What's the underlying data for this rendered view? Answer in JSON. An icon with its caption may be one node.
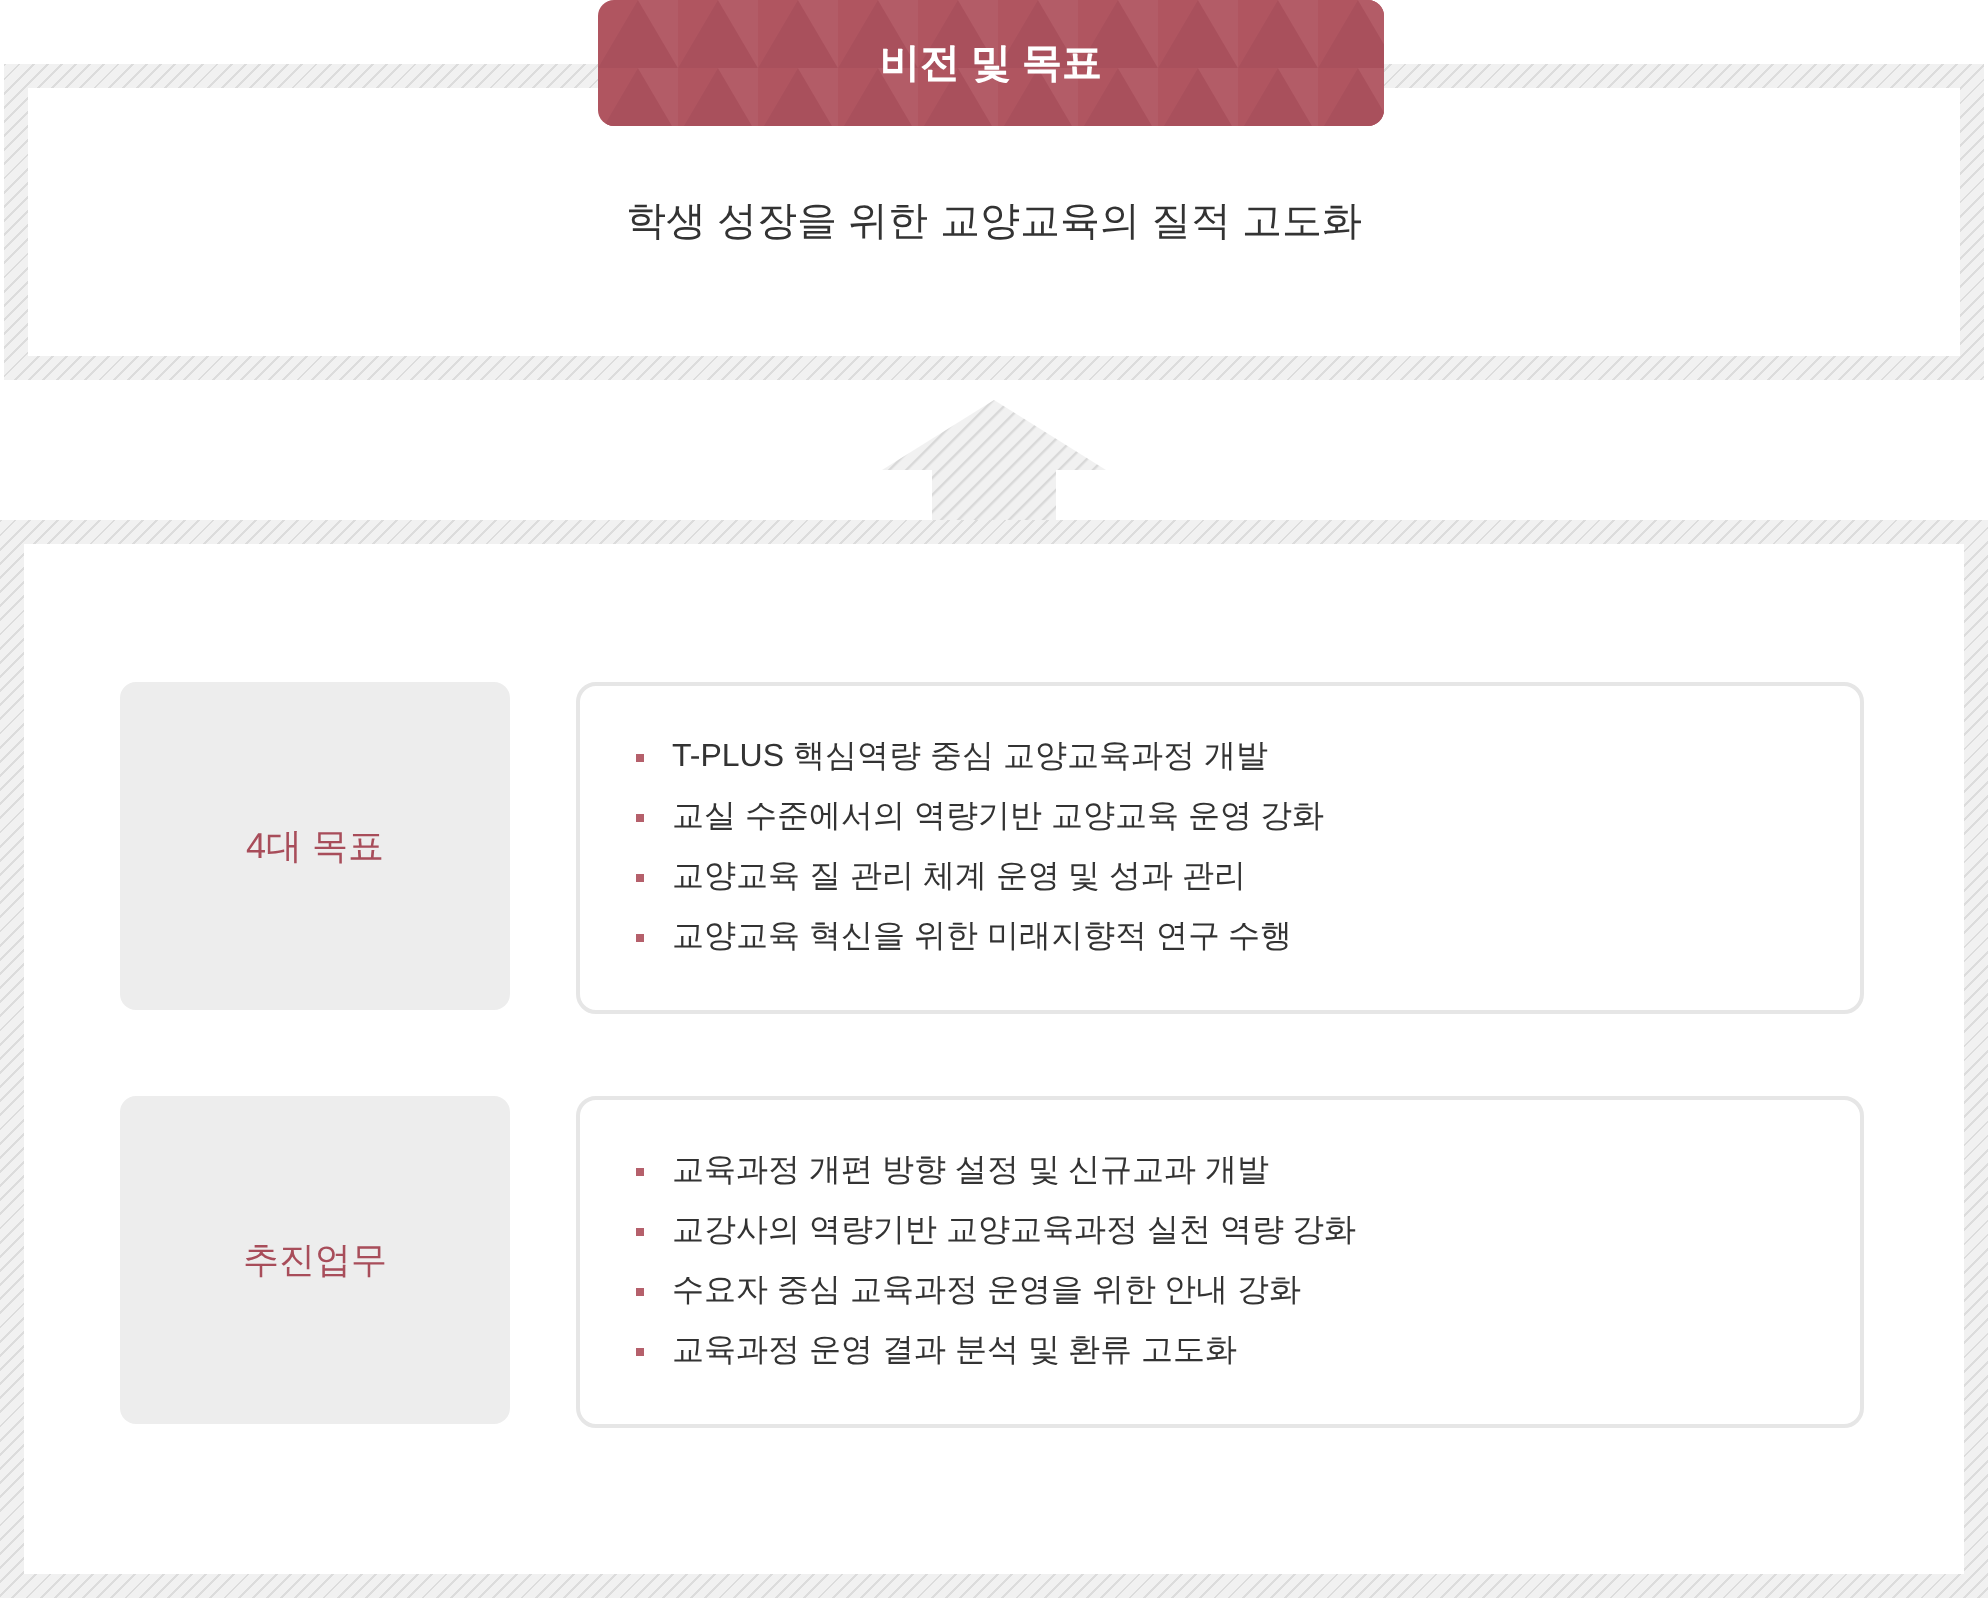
{
  "diagram": {
    "nodes": [
      {
        "text": [
          "비전 및 목표",
          "학생 성장을 위한 교양교육의 질적 고도화"
        ]
      },
      {
        "text": [],
        "shape": "box"
      },
      {
        "text": [
          "4대 목표"
        ],
        "in": 1
      },
      {
        "text": [
          "T-PLUS 핵심역량 중심 교양교육과정 개발",
          "교실 수준에서의 역량기반 교양교육 운영 강화",
          "교양교육 질 관리 체계 운영 및 성과 관리",
          "교양교육 혁신을 위한 미래지향적 연구 수행"
        ],
        "in": 1
      },
      {
        "text": [
          "추진업무"
        ],
        "in": 1
      },
      {
        "text": [
          "교육과정 개편 방향 설정 및 신규교과 개발",
          "교강사의 역량기반 교양교육과정 실천 역량 강화",
          "수요자 중심 교육과정 운영을 위한 안내 강화",
          "교육과정 운영 결과 분석 및 환류 고도화"
        ],
        "in": 1
      }
    ],
    "edges": [
      {
        "from": 1,
        "to": 0,
        "arrow": "to"
      }
    ]
  }
}
